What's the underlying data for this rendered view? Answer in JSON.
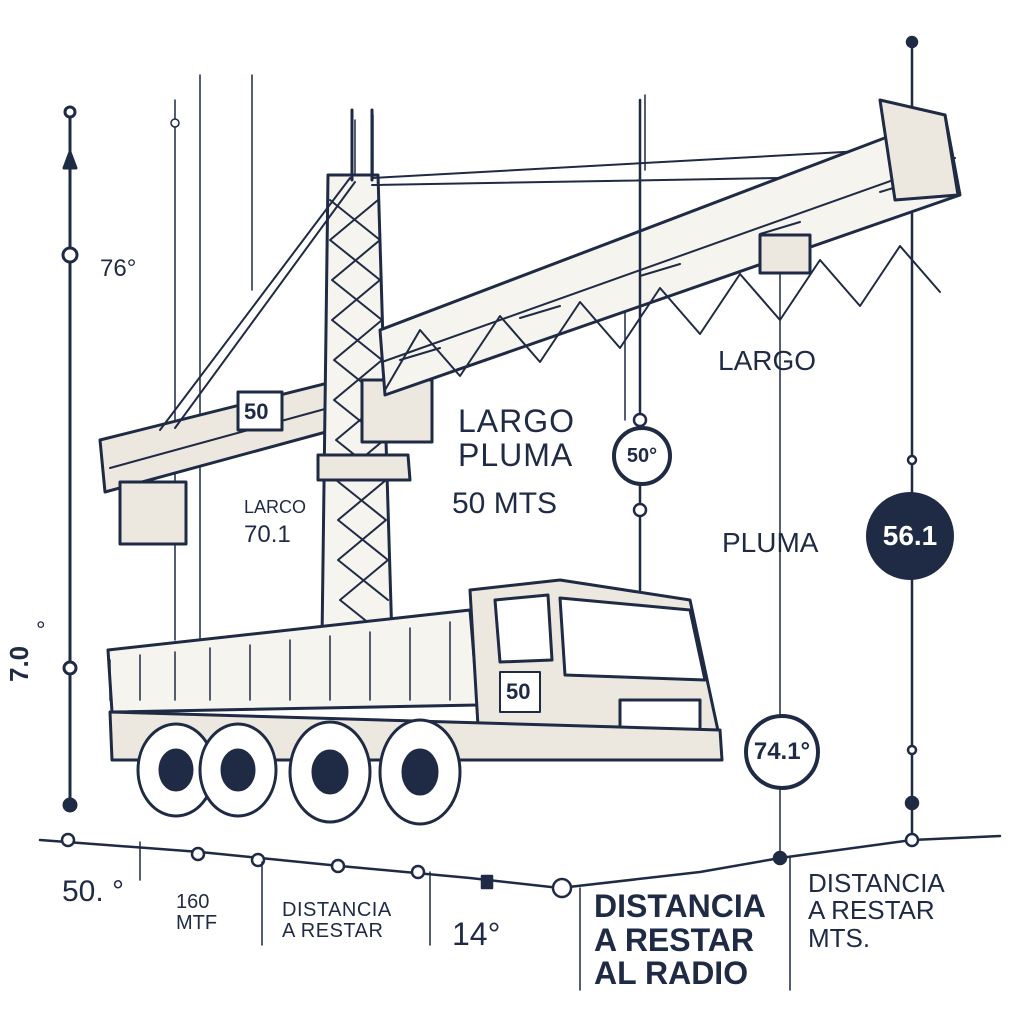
{
  "colors": {
    "ink": "#1f2a44",
    "paper": "#ffffff",
    "steel": "#ece8e0"
  },
  "labels": {
    "angle_top_left": "76°",
    "boom_plate": "50",
    "center_largo_pluma": "LARGO\nPLUMA",
    "center_length": "50 MTS",
    "left_largo": "LARCO",
    "left_value": "70.1",
    "right_largo": "LARGO",
    "right_pluma": "PLUMA",
    "left_axis_value": "7.0",
    "left_axis_degree": "°",
    "truck_plate": "50",
    "bottom_1": "50. °",
    "bottom_2": "160\nMTF",
    "bottom_3": "DISTANCIA\nA RESTAR",
    "bottom_4": "14°",
    "bottom_5": "DISTANCIA\nA RESTAR\nAL RADIO",
    "bottom_6": "DISTANCIA\nA RESTAR\nMTS."
  },
  "badges": {
    "hook_angle": "50°",
    "right_value": "56.1",
    "right_angle": "74.1°"
  }
}
